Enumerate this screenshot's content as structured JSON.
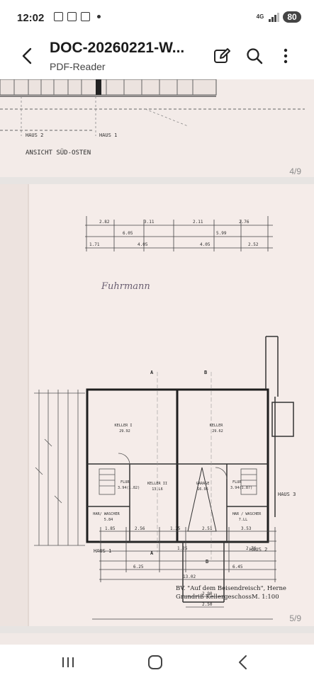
{
  "status": {
    "time": "12:02",
    "network": "4G",
    "battery": "80"
  },
  "app_bar": {
    "title": "DOC-20260221-W...",
    "subtitle": "PDF-Reader",
    "icons": [
      "back-arrow-icon",
      "edit-icon",
      "search-icon",
      "more-vert-icon"
    ]
  },
  "pages": [
    {
      "indicator": "4/9",
      "labels": {
        "haus2": "HAUS 2",
        "haus1": "HAUS 1",
        "caption": "ANSICHT SÜD-OSTEN"
      }
    },
    {
      "indicator": "5/9",
      "labels": {
        "handwriting": "Fuhrmann",
        "keller1": "KELLER I",
        "keller1_area": "29.92",
        "keller2_top": "KELLER",
        "keller2_top_area": "29.62",
        "keller2": "KELLER II",
        "keller2_area": "13.L6",
        "flur_left": "FLUR",
        "flur_left_area": "3.94(1.82)",
        "flur_right": "FLUR",
        "flur_right_area": "3.94(1.87)",
        "garage": "GARAGE",
        "garage_area": "16.96",
        "har_left": "HAR/ WASCHER",
        "har_left_area": "5.84",
        "har_right": "HAR / WASCHER",
        "har_right_area": "7.LL",
        "haus1": "HAUS 1",
        "haus2": "HAUS 2",
        "haus3": "HAUS 3",
        "section_a": "A",
        "section_b": "B",
        "footer_line1": "BV. \"Auf dem Beisendreisch\", Herne",
        "footer_line2": "Grundriß Kellergeschoss",
        "footer_scale": "M. 1:100"
      },
      "dimensions_top": [
        "2.82",
        "3.11",
        "2.11",
        "2.76",
        "6.05",
        "5.99",
        "1.71",
        "4.05",
        "4.05",
        "2.52"
      ],
      "dimensions_bottom": [
        "1.85",
        "2.56",
        "1.25",
        "2.51",
        "3.53",
        "1.25",
        "2.76",
        "6.25",
        "6.45",
        "13.02"
      ],
      "dimensions_garage": [
        "2.90",
        "2.50"
      ]
    }
  ],
  "nav": {
    "icons": [
      "recent-apps-icon",
      "home-icon",
      "back-icon"
    ]
  }
}
